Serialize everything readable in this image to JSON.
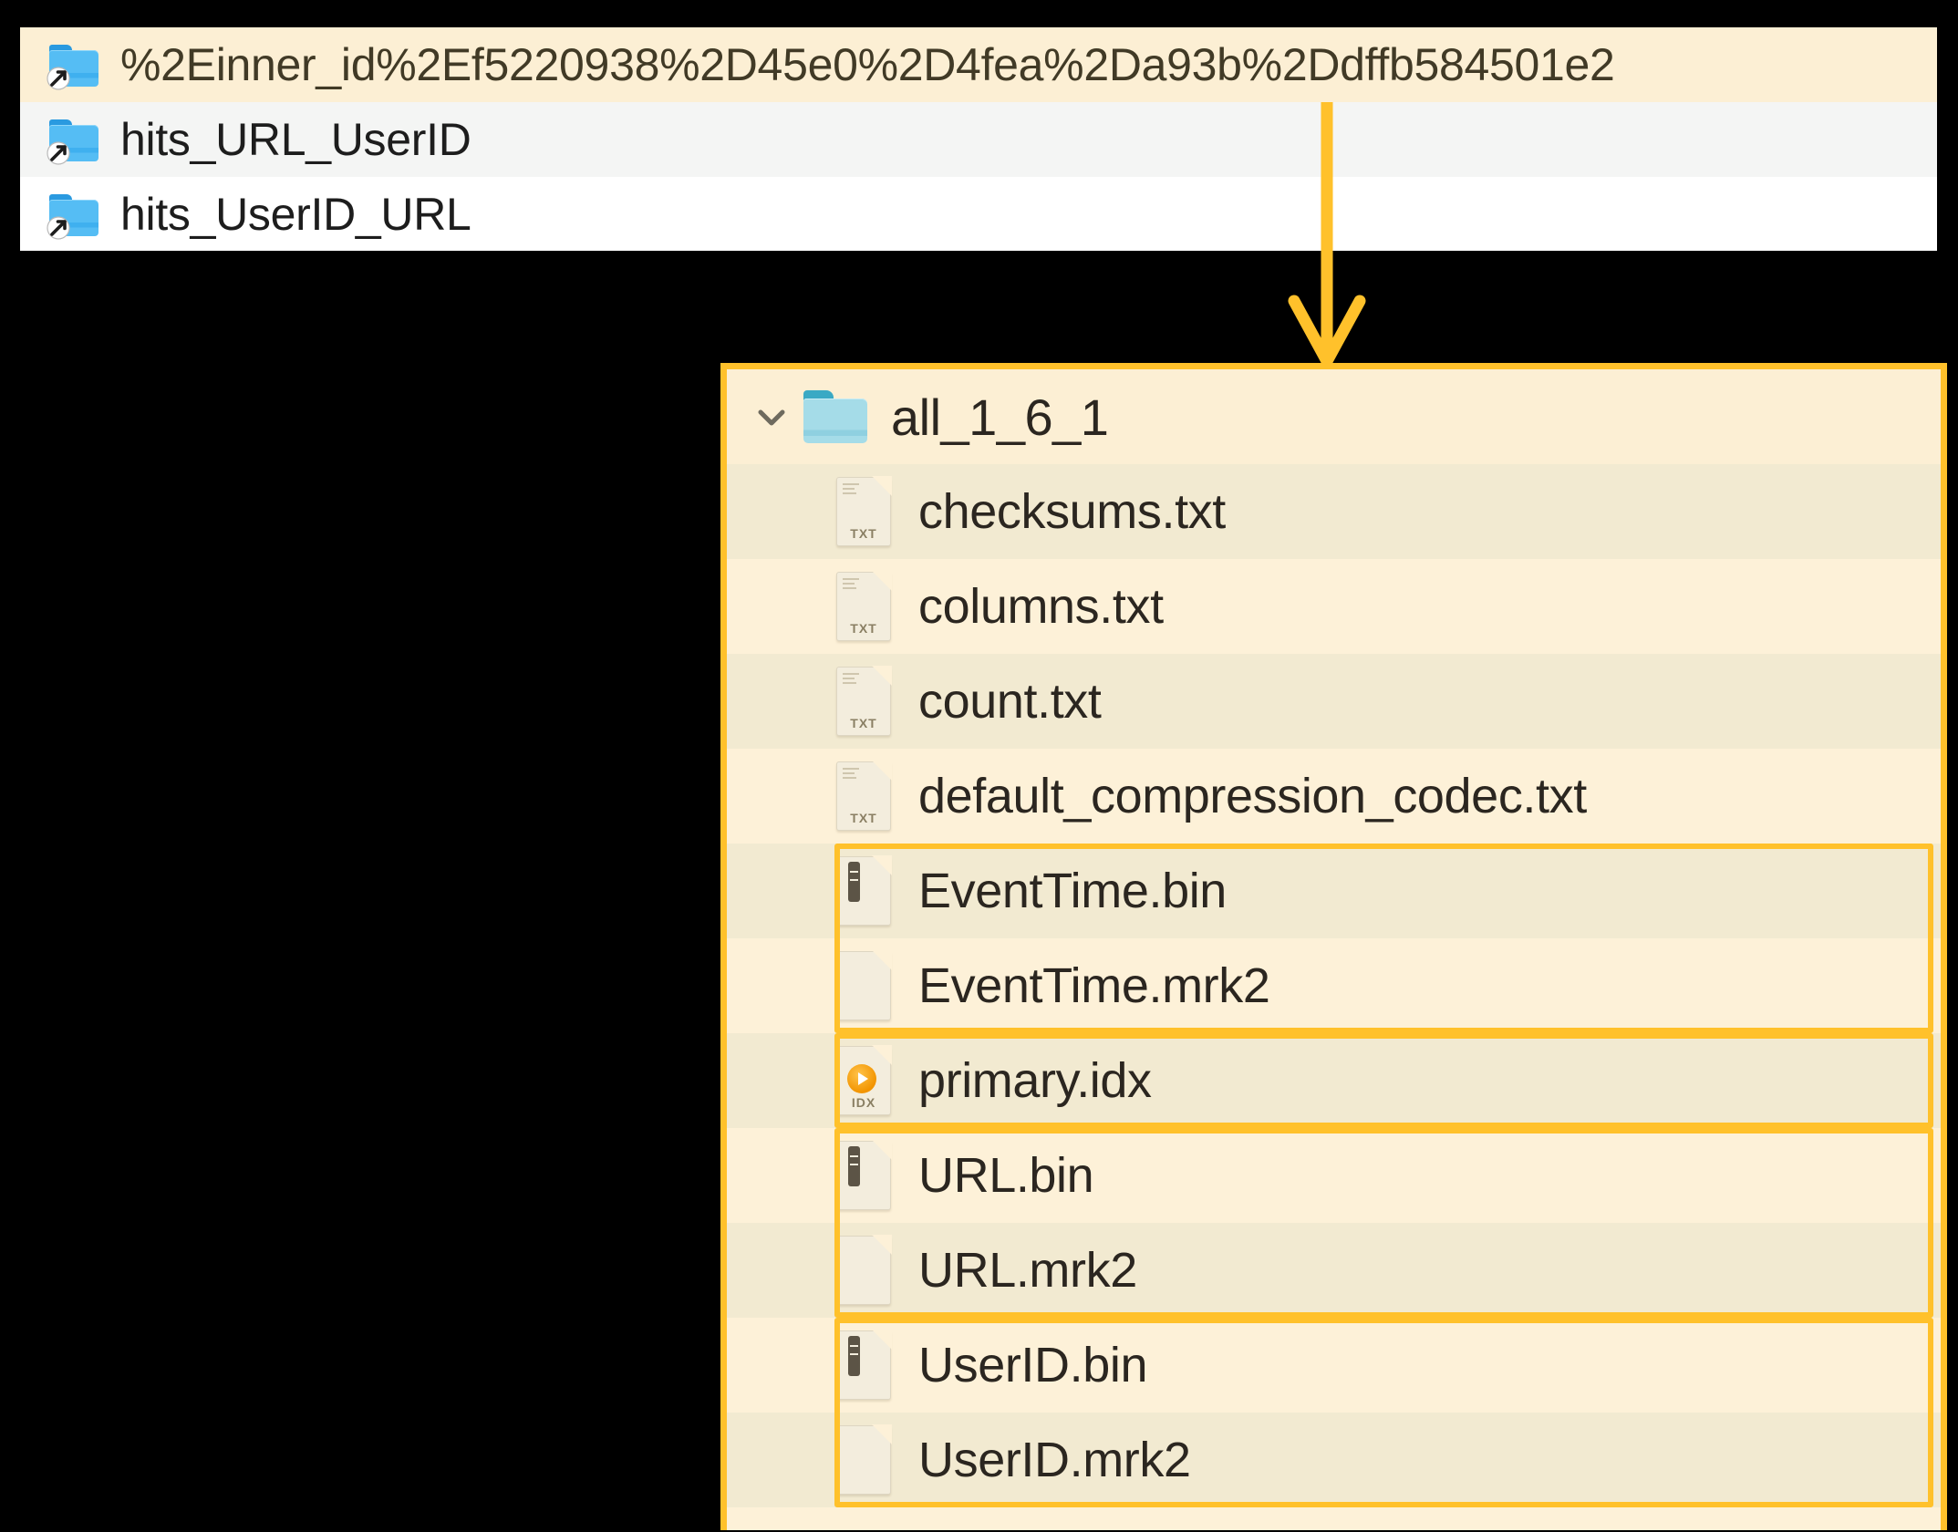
{
  "top_panel": {
    "rows": [
      {
        "icon": "folder-shortcut-icon",
        "label": "%2Einner_id%2Ef5220938%2D45e0%2D4fea%2Da93b%2Ddffb584501e2",
        "state": "selected"
      },
      {
        "icon": "folder-shortcut-icon",
        "label": "hits_URL_UserID",
        "state": "alternate"
      },
      {
        "icon": "folder-shortcut-icon",
        "label": "hits_UserID_URL",
        "state": "plain"
      }
    ]
  },
  "connector": {
    "name": "down-arrow-connector",
    "color": "#ffc12b"
  },
  "detail_panel": {
    "border_color": "#ffc12b",
    "background": "#fdf1d8",
    "header": {
      "chevron": "chevron-down-icon",
      "folder_icon": "folder-icon",
      "label": "all_1_6_1"
    },
    "files": [
      {
        "name": "checksums.txt",
        "icon": "txt-file-icon",
        "tag": "TXT",
        "shade": "shade",
        "highlight": false
      },
      {
        "name": "columns.txt",
        "icon": "txt-file-icon",
        "tag": "TXT",
        "shade": "light",
        "highlight": false
      },
      {
        "name": "count.txt",
        "icon": "txt-file-icon",
        "tag": "TXT",
        "shade": "shade",
        "highlight": false
      },
      {
        "name": "default_compression_codec.txt",
        "icon": "txt-file-icon",
        "tag": "TXT",
        "shade": "light",
        "highlight": false
      },
      {
        "name": "EventTime.bin",
        "icon": "bin-file-icon",
        "tag": "",
        "shade": "shade",
        "highlight": true
      },
      {
        "name": "EventTime.mrk2",
        "icon": "blank-file-icon",
        "tag": "",
        "shade": "light",
        "highlight": true
      },
      {
        "name": "primary.idx",
        "icon": "idx-file-icon",
        "tag": "IDX",
        "shade": "shade",
        "highlight": true
      },
      {
        "name": "URL.bin",
        "icon": "bin-file-icon",
        "tag": "",
        "shade": "light",
        "highlight": true
      },
      {
        "name": "URL.mrk2",
        "icon": "blank-file-icon",
        "tag": "",
        "shade": "shade",
        "highlight": true
      },
      {
        "name": "UserID.bin",
        "icon": "bin-file-icon",
        "tag": "",
        "shade": "light",
        "highlight": true
      },
      {
        "name": "UserID.mrk2",
        "icon": "blank-file-icon",
        "tag": "",
        "shade": "shade",
        "highlight": true
      }
    ],
    "highlight_groups": [
      {
        "name": "eventtime-group",
        "from": 4,
        "to": 5
      },
      {
        "name": "primary-idx-group",
        "from": 6,
        "to": 6
      },
      {
        "name": "url-group",
        "from": 7,
        "to": 8
      },
      {
        "name": "userid-group",
        "from": 9,
        "to": 10
      }
    ]
  }
}
